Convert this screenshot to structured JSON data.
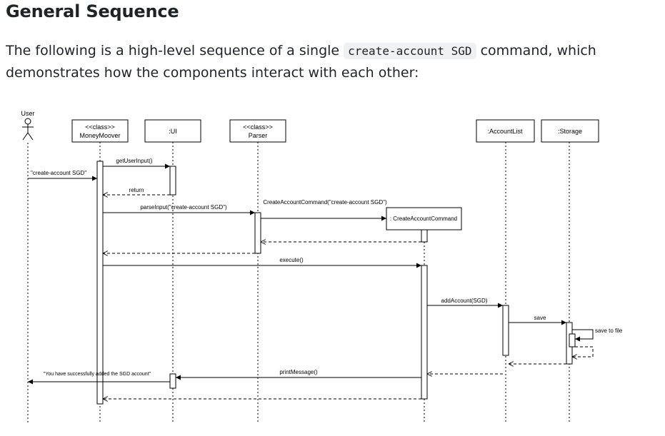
{
  "heading": "General Sequence",
  "intro": {
    "before": "The following is a high-level sequence of a single ",
    "code": "create-account SGD",
    "after": " command, which demonstrates how the components interact with each other:"
  },
  "diagram": {
    "actor_user": "User",
    "participants": {
      "moneymoover_stereotype": "<<class>>",
      "moneymoover_name": "MoneyMoover",
      "ui_name": ":UI",
      "parser_stereotype": "<<class>>",
      "parser_name": "Parser",
      "command_name": ": CreateAccountCommand",
      "accountlist_name": ":AccountList",
      "storage_name": ":Storage"
    },
    "messages": {
      "get_user_input": "getUserInput()",
      "user_input": "\"create-account SGD\"",
      "return": "return",
      "parse_input": "parseInput(\"create-account SGD\")",
      "create_command": "CreateAccountCommand(\"create-account SGD\")",
      "execute": "execute()",
      "add_account": "addAccount(SGD)",
      "save": "save",
      "save_to_file": "save to file",
      "print_message": "printMessage()",
      "success_output": "\"You have successfully added the SGD account\""
    }
  }
}
